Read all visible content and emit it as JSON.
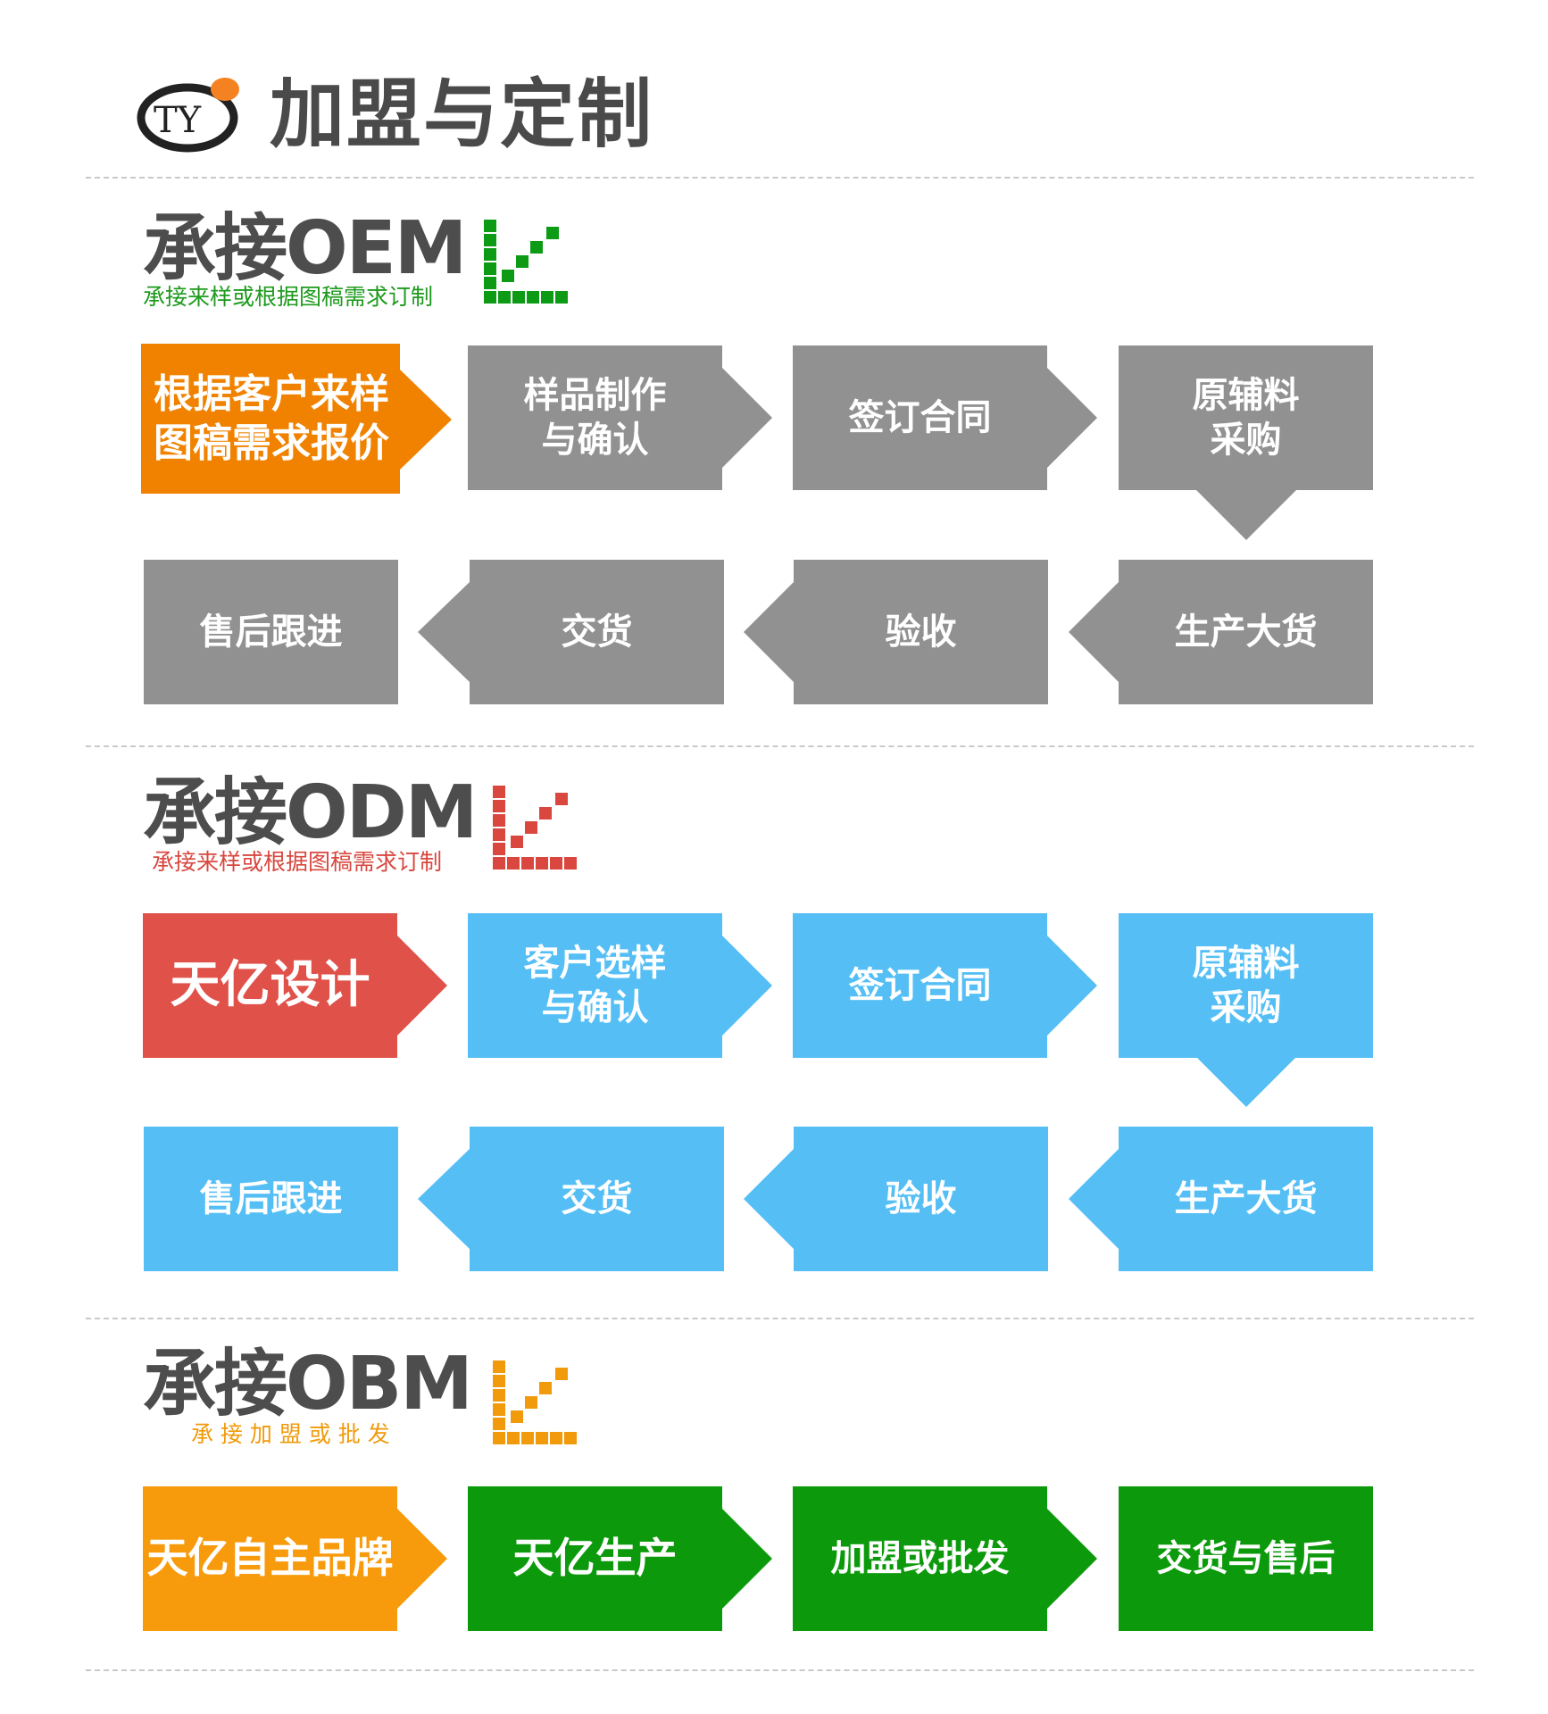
{
  "header": {
    "title": "加盟与定制",
    "logo_text": "TY"
  },
  "colors": {
    "gray": "#919191",
    "orange": "#f08200",
    "red": "#e0514a",
    "blue": "#55bff5",
    "amber": "#f79b0c",
    "green": "#0c9a0c",
    "oem_icon": "#0d9b16",
    "odm_icon": "#d9473f",
    "obm_icon": "#f19a0b"
  },
  "oem": {
    "title": "承接OEM",
    "subtitle": "承接来样或根据图稿需求订制",
    "row1": [
      "根据客户来样\n图稿需求报价",
      "样品制作\n与确认",
      "签订合同",
      "原辅料\n采购"
    ],
    "row2": [
      "售后跟进",
      "交货",
      "验收",
      "生产大货"
    ]
  },
  "odm": {
    "title": "承接ODM",
    "subtitle": "承接来样或根据图稿需求订制",
    "row1": [
      "天亿设计",
      "客户选样\n与确认",
      "签订合同",
      "原辅料\n采购"
    ],
    "row2": [
      "售后跟进",
      "交货",
      "验收",
      "生产大货"
    ]
  },
  "obm": {
    "title": "承接OBM",
    "subtitle": "承 接 加 盟 或 批 发",
    "row1": [
      "天亿自主品牌",
      "天亿生产",
      "加盟或批发",
      "交货与售后"
    ]
  }
}
